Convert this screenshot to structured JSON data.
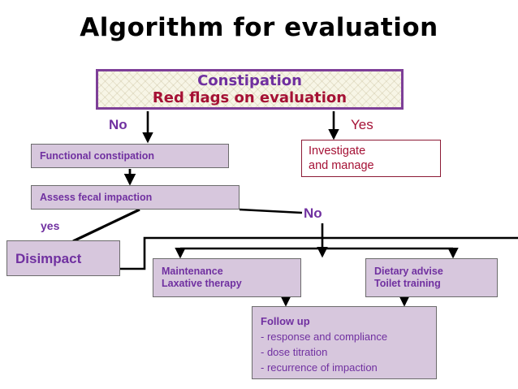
{
  "page": {
    "title": "Algorithm for evaluation",
    "background": "#ffffff"
  },
  "colors": {
    "purple_text": "#7030a0",
    "purple_border": "#7e3f98",
    "dark_red": "#a51135",
    "lavender_fill": "#d7c7dd",
    "cream_fill": "#f7f5e6",
    "gray_border": "#6b6b6b",
    "connector": "#000000"
  },
  "nodes": {
    "constipation": {
      "line1": "Constipation",
      "line2": "Red flags on evaluation"
    },
    "functional": {
      "label": "Functional constipation"
    },
    "assess": {
      "label": "Assess fecal impaction"
    },
    "investigate": {
      "line1": "Investigate",
      "line2": "and manage"
    },
    "disimpact": {
      "label": "Disimpact"
    },
    "maintenance": {
      "line1": "Maintenance",
      "line2": "Laxative therapy"
    },
    "dietary": {
      "line1": "Dietary advise",
      "line2": "Toilet training"
    },
    "followup": {
      "heading": "Follow up",
      "items": [
        "- response and compliance",
        "- dose titration",
        "- recurrence of impaction"
      ]
    }
  },
  "edge_labels": {
    "no_top": "No",
    "yes_top": "Yes",
    "yes_left": "yes",
    "no_mid": "No"
  }
}
